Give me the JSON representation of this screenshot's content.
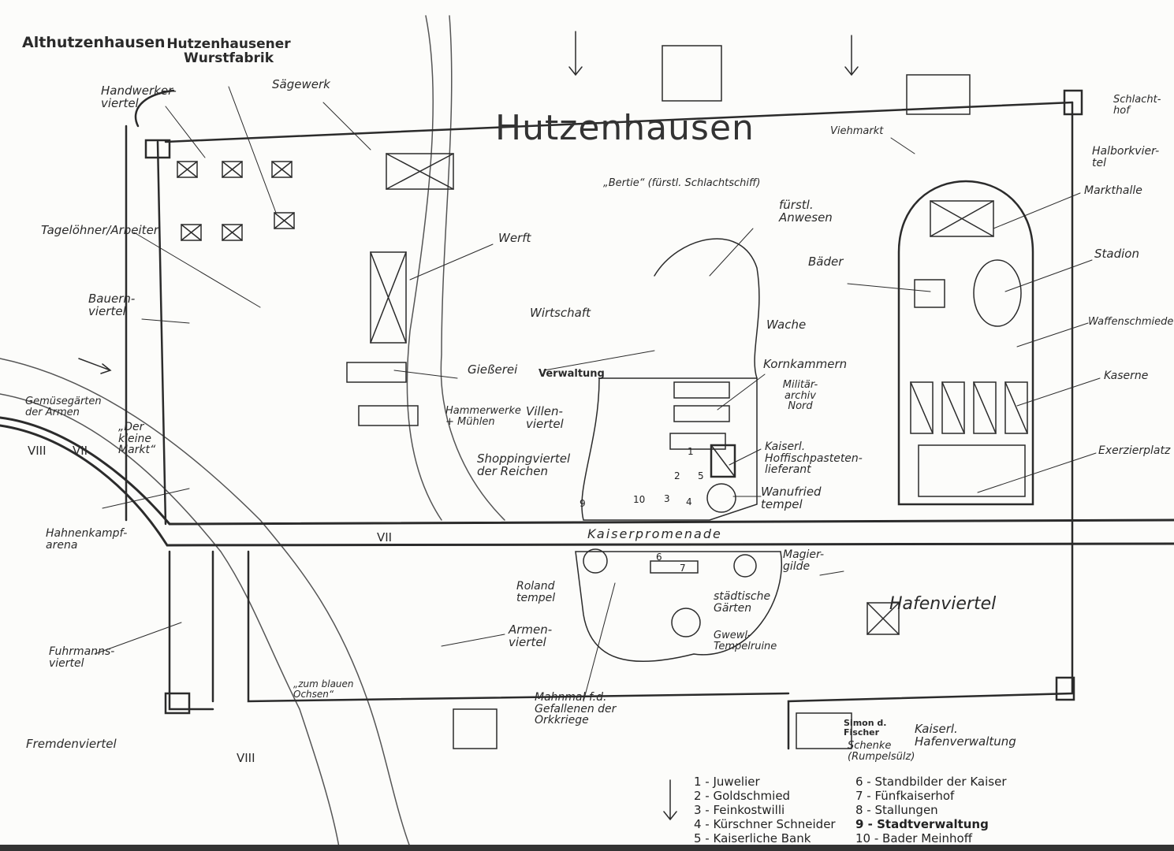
{
  "title": "Hutzenhausen",
  "labels": {
    "althutzenhausen": "Althutzenhausen",
    "wurstfabrik": "Hutzenhausener Wurstfabrik",
    "saegewerk": "Sägewerk",
    "handwerker": "Handwerker-viertel",
    "tageloehner": "Tagelöhner/Arbeiter",
    "bauern": "Bauern-viertel",
    "werft": "Werft",
    "giesserei": "Gießerei",
    "verwaltung": "Verwaltung",
    "wirtschaft": "Wirtschaft",
    "bertie": "„Bertie“ (fürstl. Schlachtschiff)",
    "anwesen": "fürstl. Anwesen",
    "baeder": "Bäder",
    "wache": "Wache",
    "kornkammern": "Kornkammern",
    "militaerarchiv": "Militär-archiv Nord",
    "viehmarkt": "Viehmarkt",
    "schlachthof": "Schlacht-hof",
    "halborkviertel": "Halborkvier-tel",
    "markthalle": "Markthalle",
    "stadion": "Stadion",
    "waffenschmiede": "Waffenschmiede",
    "kaserne": "Kaserne",
    "exerzierplatz": "Exerzierplatz",
    "gemuesegaerten": "Gemüsegärten der Armen",
    "kleinermarkt": "„Der kleine Markt“",
    "hammerwerke": "Hammerwerke + Mühlen",
    "villenviertel": "Villen-viertel",
    "shoppingviertel": "Shoppingviertel der Reichen",
    "hoffisch": "Kaiserl. Hoffischpasteten-lieferant",
    "wanufried": "Wanufried tempel",
    "hahnenkampf": "Hahnenkampf-arena",
    "kaiserpromenade": "Kaiserpromenade",
    "magiergilde": "Magier-gilde",
    "roland": "Roland tempel",
    "gaerten": "städtische Gärten",
    "tempelruine": "Gwewl-Tempelruine",
    "armenviertel": "Armen-viertel",
    "hafenviertel": "Hafenviertel",
    "fuhrmanns": "Fuhrmanns-viertel",
    "ochsen": "„zum blauen Ochsen“",
    "fremdenviertel": "Fremdenviertel",
    "mahnmal": "Mahnmal f.d. Gefallenen der Orkkriege",
    "simon": "Simon d. Fischer",
    "schenke": "Schenke (Rumpelsülz)",
    "hafenverwaltung": "Kaiserl. Hafenverwaltung"
  },
  "districts_numerals": [
    "VIII",
    "VII",
    "VII",
    "VIII"
  ],
  "map_numbers": [
    "1",
    "2",
    "3",
    "4",
    "5",
    "6",
    "7",
    "9",
    "10"
  ],
  "legend": [
    "1 - Juwelier",
    "2 - Goldschmied",
    "3 - Feinkostwilli",
    "4 - Kürschner Schneider",
    "5 - Kaiserliche Bank",
    "6 - Standbilder der Kaiser",
    "7 - Fünfkaiserhof",
    "8 - Stallungen",
    "9 - Stadtverwaltung",
    "10 - Bader Meinhoff"
  ]
}
